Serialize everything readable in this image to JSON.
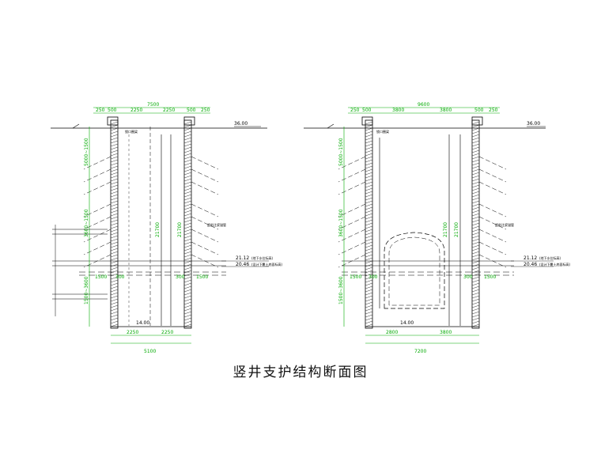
{
  "caption": "竖井支护结构断面图",
  "left": {
    "top_width": "7500",
    "top_segments": [
      "250",
      "500",
      "2250",
      "2250",
      "500",
      "250"
    ],
    "bottom_segments": [
      "2250",
      "2250"
    ],
    "bottom_width": "5100",
    "ground_elev": "36.00",
    "elev_a": "21.12",
    "elev_a_note": "(地下水位标高)",
    "elev_b": "20.46",
    "elev_b_note": "(设计下覆土底面标高)",
    "bottom_elev": "14.00",
    "depth_label": "21700",
    "span_labels": [
      "1500",
      "300"
    ],
    "side_dims": [
      "5000~1500",
      "3600~1500",
      "1500~3600"
    ],
    "right_side_dims": [
      "300",
      "1500"
    ],
    "top_note": "锁口圈梁",
    "right_note": "超前注浆锚管"
  },
  "right": {
    "top_width": "9600",
    "top_segments": [
      "250",
      "500",
      "3800",
      "3800",
      "500",
      "250"
    ],
    "bottom_segments": [
      "2800",
      "3800"
    ],
    "bottom_width": "7200",
    "ground_elev": "36.00",
    "elev_a": "21.12",
    "elev_a_note": "(地下水位标高)",
    "elev_b": "20.46",
    "elev_b_note": "(设计下覆土底面标高)",
    "bottom_elev": "14.00",
    "depth_label": "21700",
    "span_labels": [
      "1500",
      "300"
    ],
    "side_dims": [
      "5000~1500",
      "3600~1500",
      "1500~3600"
    ],
    "right_side_dims": [
      "300",
      "1500"
    ],
    "top_note": "锁口圈梁",
    "right_note": "超前注浆锚管"
  },
  "colors": {
    "line": "#000000",
    "dimension": "#00aa00",
    "hatch": "#333333"
  }
}
